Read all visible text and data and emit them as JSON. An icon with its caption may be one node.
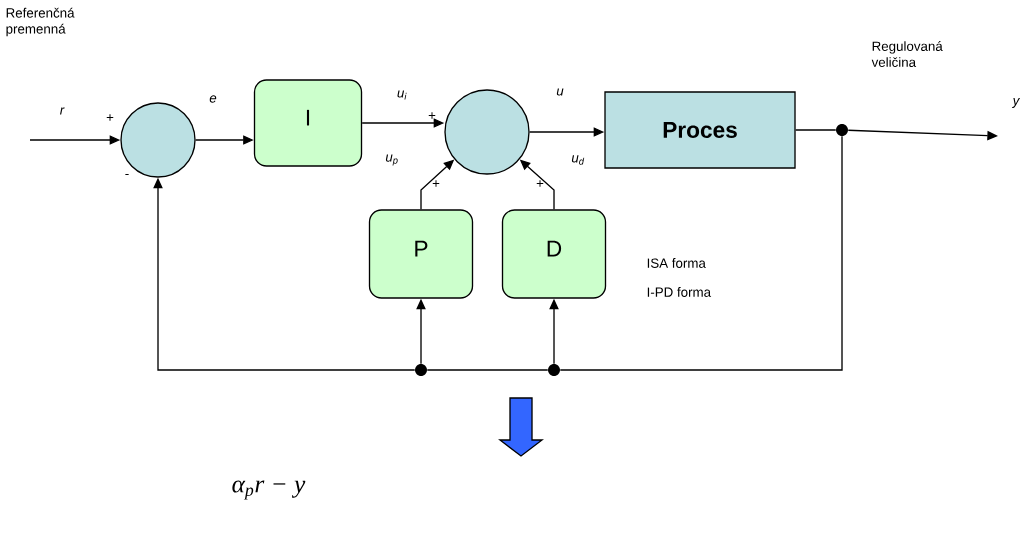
{
  "diagram": {
    "nodes": [
      {
        "text": [],
        "shape": "circle"
      },
      {
        "text": [
          "I"
        ]
      },
      {
        "text": [],
        "shape": "circle"
      },
      {
        "text": [
          "Proces"
        ]
      },
      {
        "text": [
          "P"
        ]
      },
      {
        "text": [
          "D"
        ]
      },
      {
        "text": [],
        "shape": "circle"
      },
      {
        "text": [],
        "shape": "circle"
      },
      {
        "text": [],
        "shape": "circle"
      }
    ],
    "edges": [
      {
        "from": null,
        "to": 0,
        "arrow": "to"
      },
      {
        "from": 0,
        "to": 1,
        "arrow": "to"
      },
      {
        "from": 1,
        "to": 2,
        "arrow": "to"
      },
      {
        "from": 2,
        "to": 3,
        "arrow": "to"
      },
      {
        "from": 3,
        "to": 6,
        "arrow": "none"
      },
      {
        "from": 6,
        "to": null,
        "arrow": "to"
      },
      {
        "from": 6,
        "to": 8,
        "arrow": "none"
      },
      {
        "from": 8,
        "to": 7,
        "arrow": "none"
      },
      {
        "from": 7,
        "to": 0,
        "arrow": "to"
      },
      {
        "from": 7,
        "to": 4,
        "arrow": "to"
      },
      {
        "from": 8,
        "to": 5,
        "arrow": "to"
      },
      {
        "from": 4,
        "to": 2,
        "arrow": "to"
      },
      {
        "from": 5,
        "to": 2,
        "arrow": "to"
      }
    ],
    "labels": [
      "Referenčná premenná",
      "Regulovaná veličina",
      "r",
      "+",
      "e",
      "u$_{i}$",
      "+",
      "u",
      "y",
      "-",
      "u$_{p}$",
      "+",
      "+",
      "u$_{d}$",
      "ISA forma",
      "I-PD forma",
      "α$_{p}$r − y"
    ]
  }
}
